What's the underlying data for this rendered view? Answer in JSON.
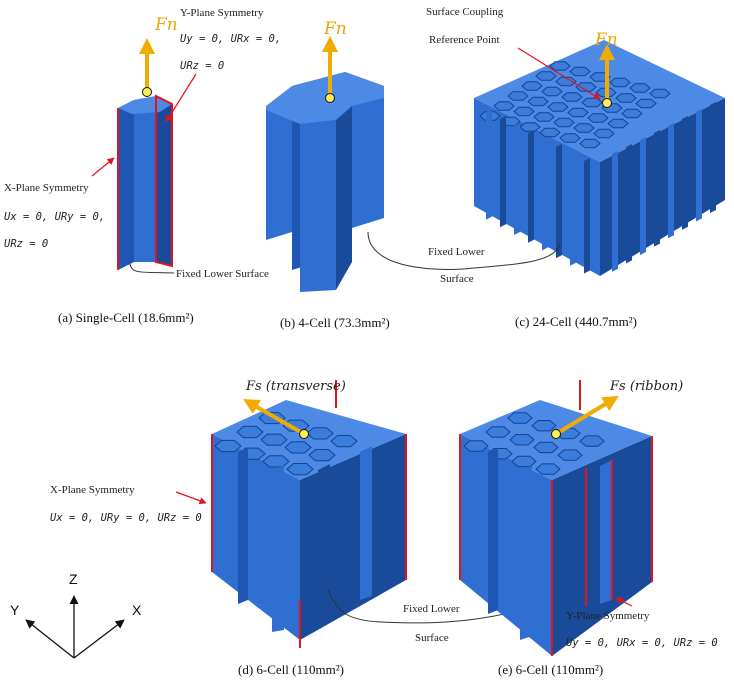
{
  "figure": {
    "panel_a": {
      "caption": "(a) Single-Cell (18.6mm²)",
      "force_label": "Fn",
      "y_plane_title": "Y-Plane Symmetry",
      "y_plane_line1": "Uy = 0, URx = 0,",
      "y_plane_line2": "URz = 0",
      "x_plane_title": "X-Plane Symmetry",
      "x_plane_line1": "Ux = 0, URy = 0,",
      "x_plane_line2": "URz = 0",
      "fixed_label": "Fixed Lower Surface"
    },
    "panel_b": {
      "caption": "(b) 4-Cell (73.3mm²)",
      "force_label": "Fn"
    },
    "panel_c": {
      "caption": "(c) 24-Cell (440.7mm²)",
      "force_label": "Fn",
      "coupling_label": "Surface Coupling",
      "reference_label": "Reference Point",
      "fixed_line1": "Fixed Lower",
      "fixed_line2": "Surface"
    },
    "panel_d": {
      "caption": "(d) 6-Cell (110mm²)",
      "force_label": "Fs (transverse)",
      "x_plane_title": "X-Plane Symmetry",
      "x_plane_line1": "Ux = 0, URy = 0, URz = 0",
      "fixed_line1": "Fixed Lower",
      "fixed_line2": "Surface"
    },
    "panel_e": {
      "caption": "(e) 6-Cell (110mm²)",
      "force_label": "Fs (ribbon)",
      "y_plane_title": "Y-Plane Symmetry",
      "y_plane_line1": "Uy = 0, URx = 0, URz = 0"
    },
    "axes": {
      "z": "Z",
      "y": "Y",
      "x": "X"
    },
    "colors": {
      "cell_fill": "#2e6fd1",
      "cell_dark": "#1a4a9a",
      "cell_light": "#4d8ae6",
      "symmetry_edge": "#e0141b",
      "force_arrow": "#f2ab00",
      "ref_point": "#ffee55",
      "pointer_arrow": "#e0141b"
    }
  }
}
